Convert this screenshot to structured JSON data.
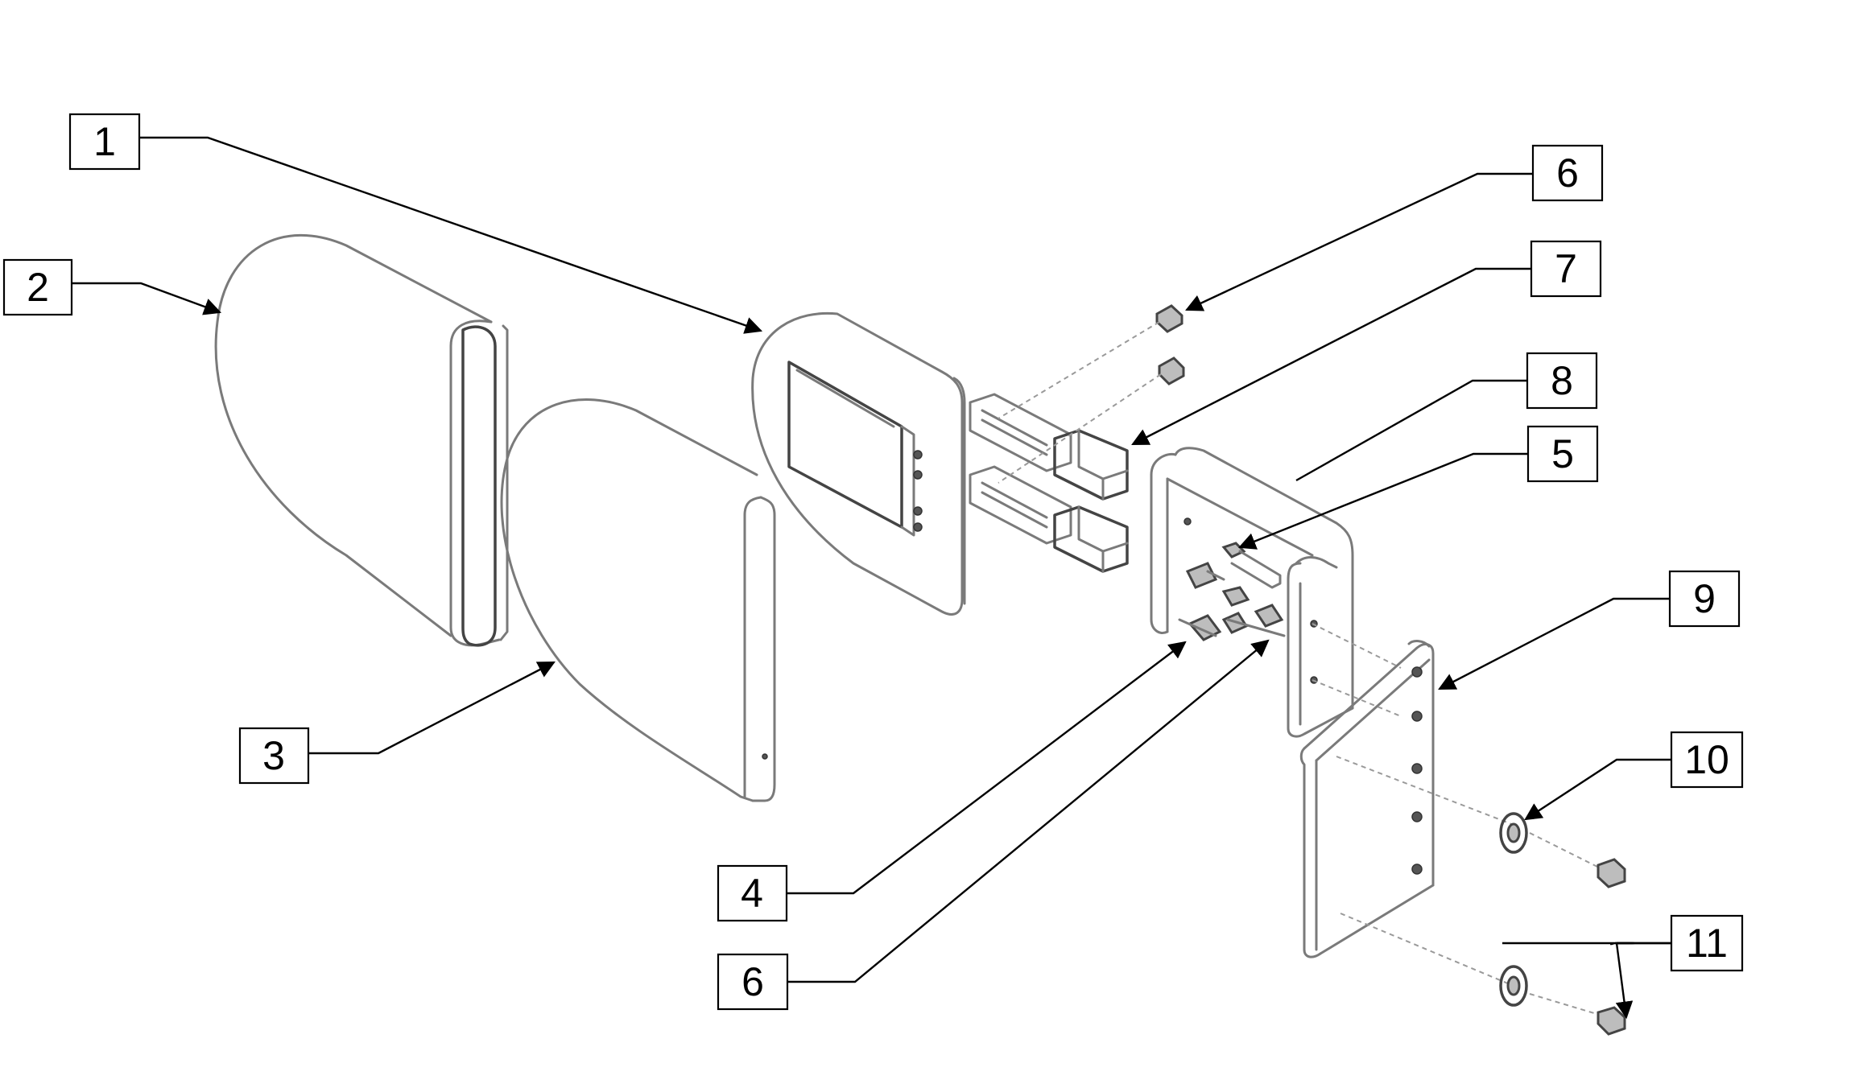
{
  "diagram": {
    "callouts": [
      {
        "id": "c1",
        "label": "1"
      },
      {
        "id": "c2",
        "label": "2"
      },
      {
        "id": "c3",
        "label": "3"
      },
      {
        "id": "c6a",
        "label": "6"
      },
      {
        "id": "c7",
        "label": "7"
      },
      {
        "id": "c8",
        "label": "8"
      },
      {
        "id": "c5",
        "label": "5"
      },
      {
        "id": "c9",
        "label": "9"
      },
      {
        "id": "c10",
        "label": "10"
      },
      {
        "id": "c4",
        "label": "4"
      },
      {
        "id": "c6b",
        "label": "6"
      },
      {
        "id": "c11",
        "label": "11"
      }
    ],
    "colors": {
      "line": "#000000",
      "part_outline": "#7a7a7a",
      "background": "#ffffff"
    }
  }
}
